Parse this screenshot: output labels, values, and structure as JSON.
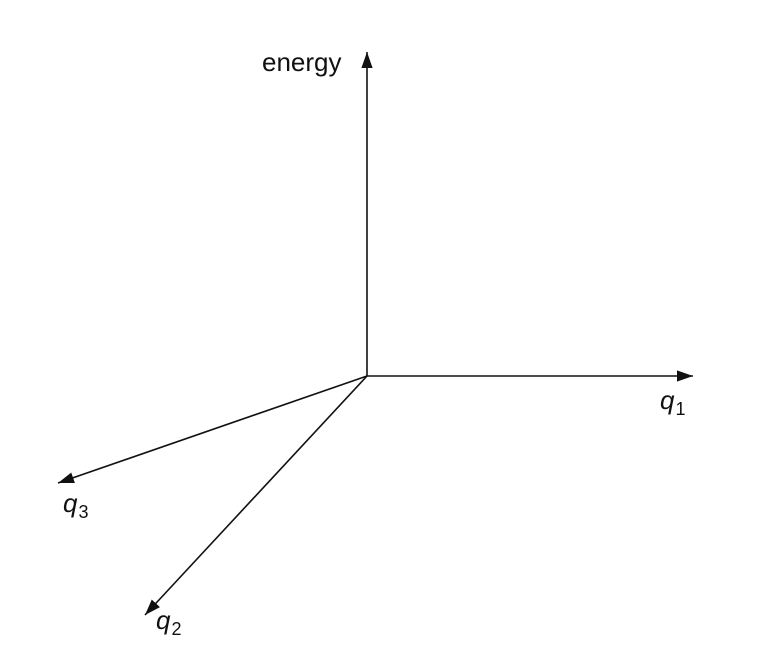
{
  "diagram": {
    "labels": {
      "energy": "energy",
      "q1": {
        "base": "q",
        "sub": "1"
      },
      "q2": {
        "base": "q",
        "sub": "2"
      },
      "q3": {
        "base": "q",
        "sub": "3"
      }
    },
    "colors": {
      "axis": "#111111",
      "background": "#ffffff"
    }
  }
}
